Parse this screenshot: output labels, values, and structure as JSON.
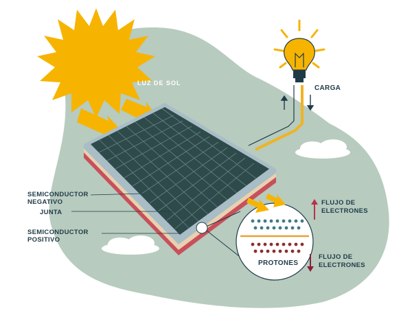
{
  "labels": {
    "sunlight": "LUZ DE SOL",
    "load": "CARGA",
    "n_semiconductor_line1": "SEMICONDUCTOR",
    "n_semiconductor_line2": "NEGATIVO",
    "junction": "JUNTA",
    "p_semiconductor_line1": "SEMICONDUCTOR",
    "p_semiconductor_line2": "POSITIVO",
    "electron_flow_top_line1": "FLUJO DE",
    "electron_flow_top_line2": "ELECTRONES",
    "protons": "PROTONES",
    "electron_flow_bottom_line1": "FLUJO DE",
    "electron_flow_bottom_line2": "ELECTRONES"
  },
  "colors": {
    "background_blob": "#b7cbbf",
    "sun": "#f6b400",
    "panel_cells": "#2f4a4a",
    "panel_frame": "#a9bdc6",
    "junction_line": "#e8a13a",
    "positive_layer": "#c8505a",
    "text": "#1f3b47",
    "wire": "#f0b323",
    "electrons": "#3f7b86",
    "protons": "#8a2e2e",
    "flow_arrow_top": "#b7324a",
    "flow_arrow_bottom": "#8a1e3a"
  },
  "icons": {
    "sun": "sun-icon",
    "bulb": "light-bulb-icon"
  }
}
